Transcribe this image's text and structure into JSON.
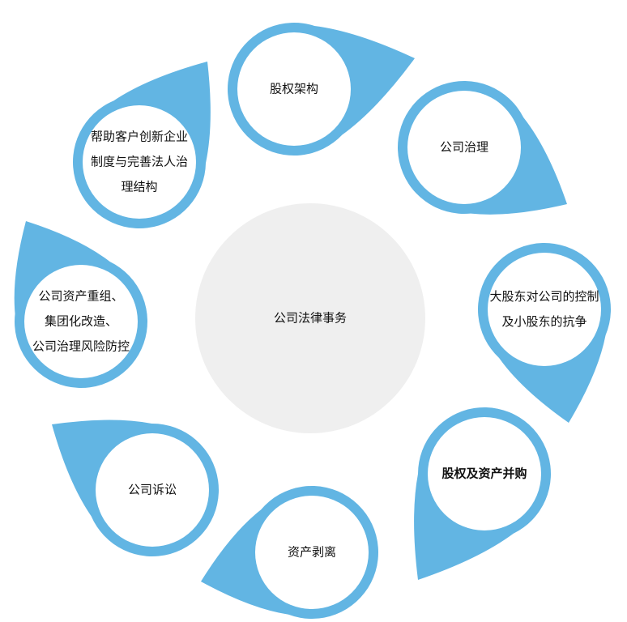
{
  "colors": {
    "ring": "#62b5e3",
    "center_fill": "#efefef",
    "inner_fill": "#ffffff"
  },
  "center": {
    "label": "公司法律事务"
  },
  "nodes": [
    {
      "id": "equity-structure",
      "lines": [
        "股权架构"
      ]
    },
    {
      "id": "corporate-governance",
      "lines": [
        "公司治理"
      ]
    },
    {
      "id": "major-shareholder-control",
      "lines": [
        "大股东对公司的控制",
        "及小股东的抗争"
      ]
    },
    {
      "id": "equity-asset-mna",
      "lines": [
        "股权及资产并购"
      ],
      "bold": true
    },
    {
      "id": "asset-divestiture",
      "lines": [
        "资产剥离"
      ]
    },
    {
      "id": "corporate-litigation",
      "lines": [
        "公司诉讼"
      ]
    },
    {
      "id": "asset-restructuring",
      "lines": [
        "公司资产重组、",
        "集团化改造、",
        "公司治理风险防控"
      ]
    },
    {
      "id": "innovation-system",
      "lines": [
        "帮助客户创新企业",
        "制度与完善法人治",
        "理结构"
      ]
    }
  ]
}
